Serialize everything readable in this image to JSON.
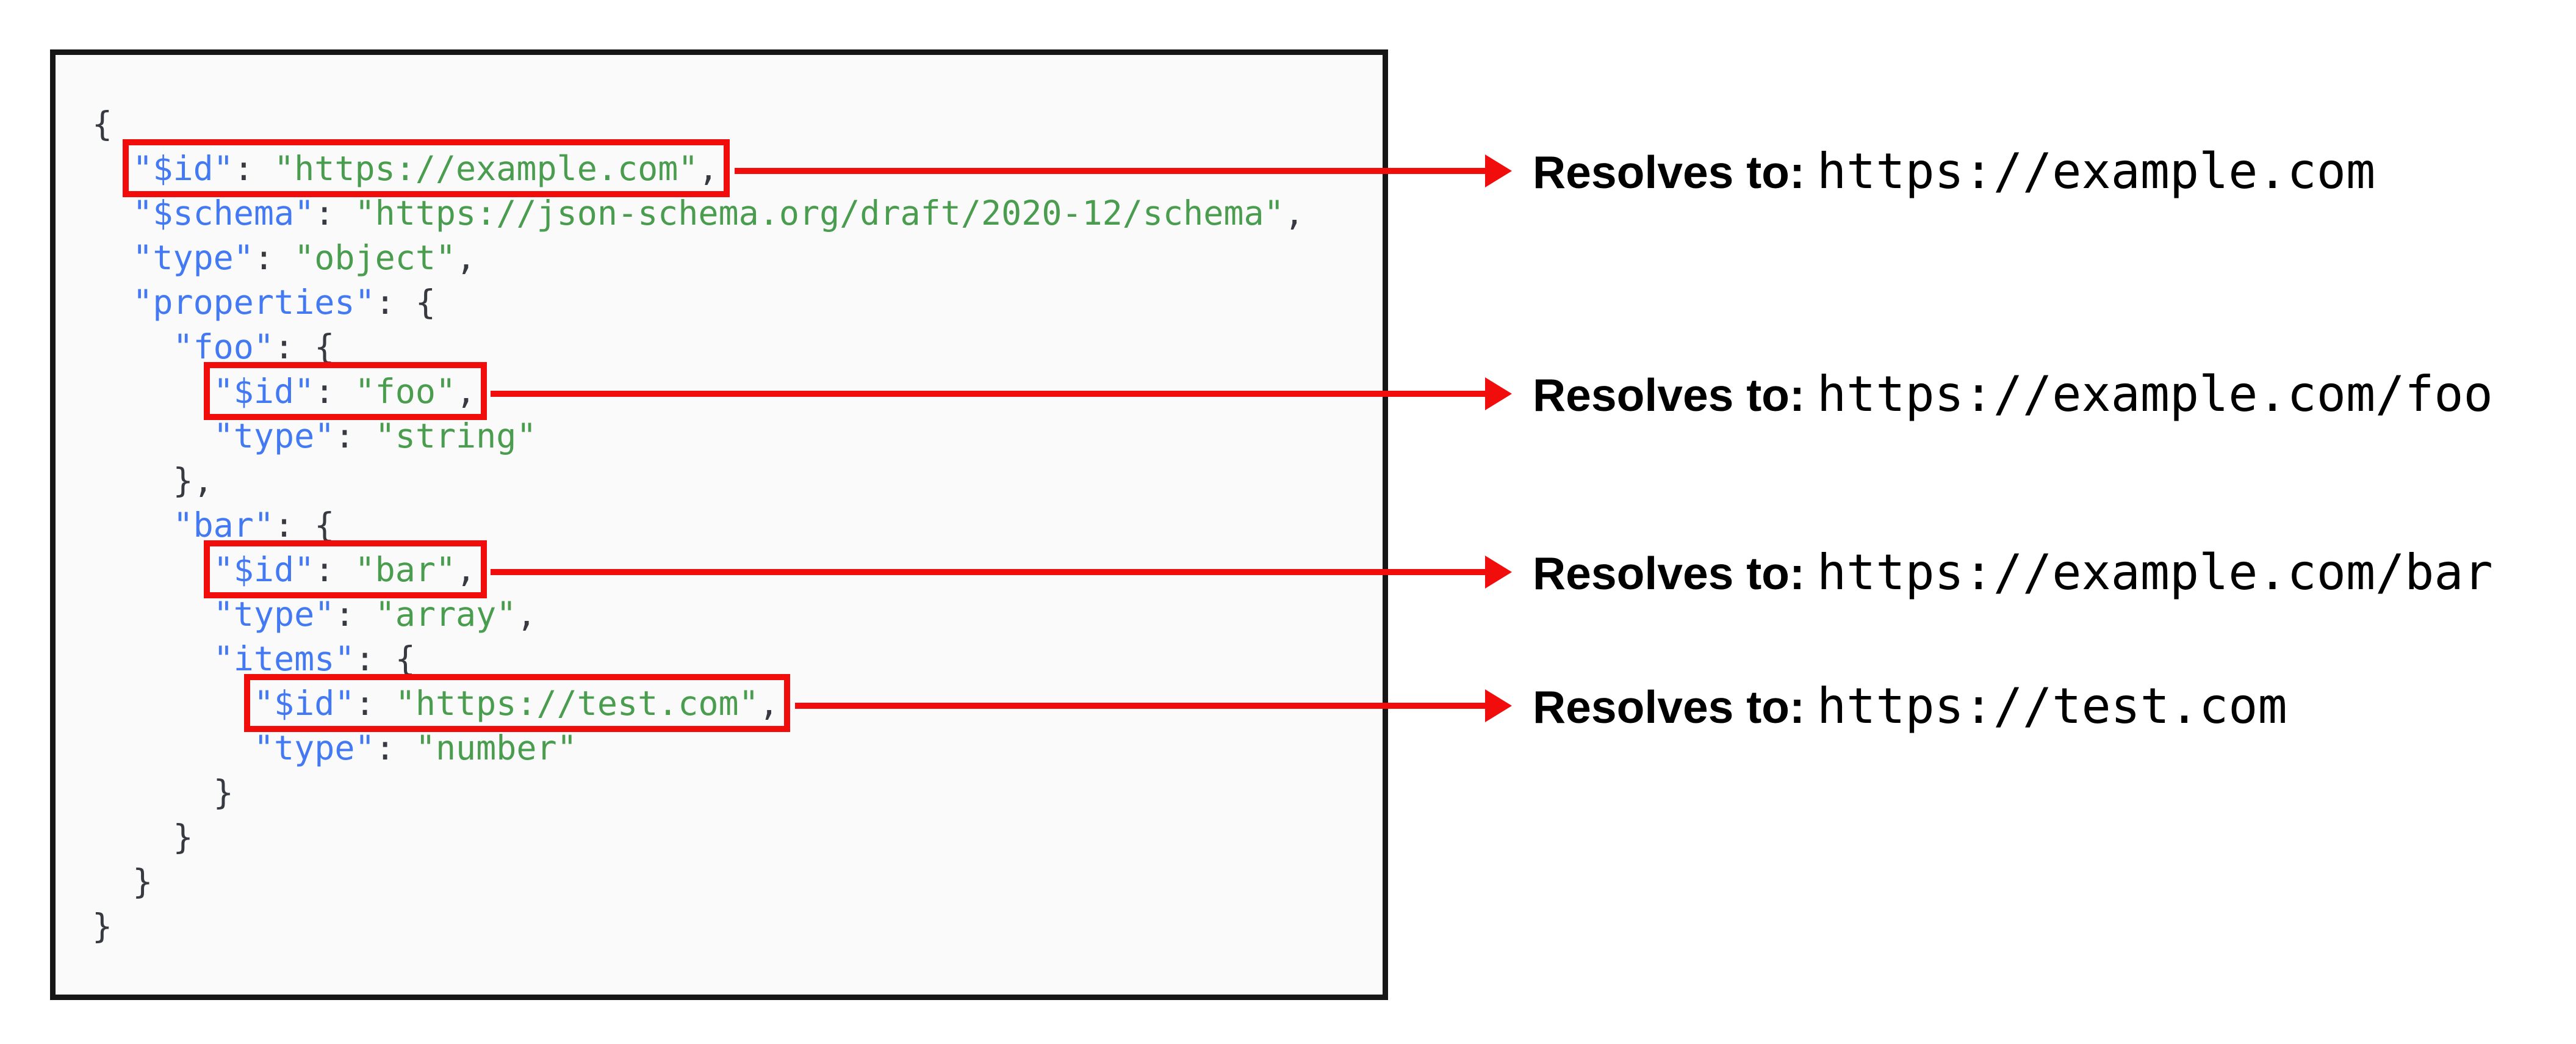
{
  "code_block": {
    "lines": [
      {
        "tokens": [
          {
            "text": "{",
            "type": "pun"
          }
        ]
      },
      {
        "tokens": [
          {
            "text": "  ",
            "type": "pun"
          },
          {
            "text": "\"$id\"",
            "type": "key",
            "h": true
          },
          {
            "text": ": ",
            "type": "pun",
            "h": true
          },
          {
            "text": "\"https://example.com\"",
            "type": "str",
            "h": true
          },
          {
            "text": ",",
            "type": "pun",
            "h": true
          }
        ]
      },
      {
        "tokens": [
          {
            "text": "  ",
            "type": "pun"
          },
          {
            "text": "\"$schema\"",
            "type": "key"
          },
          {
            "text": ": ",
            "type": "pun"
          },
          {
            "text": "\"https://json-schema.org/draft/2020-12/schema\"",
            "type": "str"
          },
          {
            "text": ",",
            "type": "pun"
          }
        ]
      },
      {
        "tokens": [
          {
            "text": "  ",
            "type": "pun"
          },
          {
            "text": "\"type\"",
            "type": "key"
          },
          {
            "text": ": ",
            "type": "pun"
          },
          {
            "text": "\"object\"",
            "type": "str"
          },
          {
            "text": ",",
            "type": "pun"
          }
        ]
      },
      {
        "tokens": [
          {
            "text": "  ",
            "type": "pun"
          },
          {
            "text": "\"properties\"",
            "type": "key"
          },
          {
            "text": ": {",
            "type": "pun"
          }
        ]
      },
      {
        "tokens": [
          {
            "text": "    ",
            "type": "pun"
          },
          {
            "text": "\"foo\"",
            "type": "key"
          },
          {
            "text": ": {",
            "type": "pun"
          }
        ]
      },
      {
        "tokens": [
          {
            "text": "      ",
            "type": "pun"
          },
          {
            "text": "\"$id\"",
            "type": "key",
            "h": true
          },
          {
            "text": ": ",
            "type": "pun",
            "h": true
          },
          {
            "text": "\"foo\"",
            "type": "str",
            "h": true
          },
          {
            "text": ",",
            "type": "pun",
            "h": true
          }
        ]
      },
      {
        "tokens": [
          {
            "text": "      ",
            "type": "pun"
          },
          {
            "text": "\"type\"",
            "type": "key"
          },
          {
            "text": ": ",
            "type": "pun"
          },
          {
            "text": "\"string\"",
            "type": "str"
          }
        ]
      },
      {
        "tokens": [
          {
            "text": "    },",
            "type": "pun"
          }
        ]
      },
      {
        "tokens": [
          {
            "text": "    ",
            "type": "pun"
          },
          {
            "text": "\"bar\"",
            "type": "key"
          },
          {
            "text": ": {",
            "type": "pun"
          }
        ]
      },
      {
        "tokens": [
          {
            "text": "      ",
            "type": "pun"
          },
          {
            "text": "\"$id\"",
            "type": "key",
            "h": true
          },
          {
            "text": ": ",
            "type": "pun",
            "h": true
          },
          {
            "text": "\"bar\"",
            "type": "str",
            "h": true
          },
          {
            "text": ",",
            "type": "pun",
            "h": true
          }
        ]
      },
      {
        "tokens": [
          {
            "text": "      ",
            "type": "pun"
          },
          {
            "text": "\"type\"",
            "type": "key"
          },
          {
            "text": ": ",
            "type": "pun"
          },
          {
            "text": "\"array\"",
            "type": "str"
          },
          {
            "text": ",",
            "type": "pun"
          }
        ]
      },
      {
        "tokens": [
          {
            "text": "      ",
            "type": "pun"
          },
          {
            "text": "\"items\"",
            "type": "key"
          },
          {
            "text": ": {",
            "type": "pun"
          }
        ]
      },
      {
        "tokens": [
          {
            "text": "        ",
            "type": "pun"
          },
          {
            "text": "\"$id\"",
            "type": "key",
            "h": true
          },
          {
            "text": ": ",
            "type": "pun",
            "h": true
          },
          {
            "text": "\"https://test.com\"",
            "type": "str",
            "h": true
          },
          {
            "text": ",",
            "type": "pun",
            "h": true
          }
        ]
      },
      {
        "tokens": [
          {
            "text": "        ",
            "type": "pun"
          },
          {
            "text": "\"type\"",
            "type": "key"
          },
          {
            "text": ": ",
            "type": "pun"
          },
          {
            "text": "\"number\"",
            "type": "str"
          }
        ]
      },
      {
        "tokens": [
          {
            "text": "      }",
            "type": "pun"
          }
        ]
      },
      {
        "tokens": [
          {
            "text": "    }",
            "type": "pun"
          }
        ]
      },
      {
        "tokens": [
          {
            "text": "  }",
            "type": "pun"
          }
        ]
      },
      {
        "tokens": [
          {
            "text": "}",
            "type": "pun"
          }
        ]
      }
    ]
  },
  "annotations": [
    {
      "label": "Resolves to:",
      "value": "https://example.com"
    },
    {
      "label": "Resolves to:",
      "value": "https://example.com/foo"
    },
    {
      "label": "Resolves to:",
      "value": "https://example.com/bar"
    },
    {
      "label": "Resolves to:",
      "value": "https://test.com"
    }
  ],
  "colors": {
    "key": "#4379f2",
    "string": "#4a9d4f",
    "punctuation": "#383a42",
    "highlight": "#f20d0d",
    "code_bg": "#fafafa",
    "code_border": "#161616",
    "annotation_text": "#000000"
  }
}
